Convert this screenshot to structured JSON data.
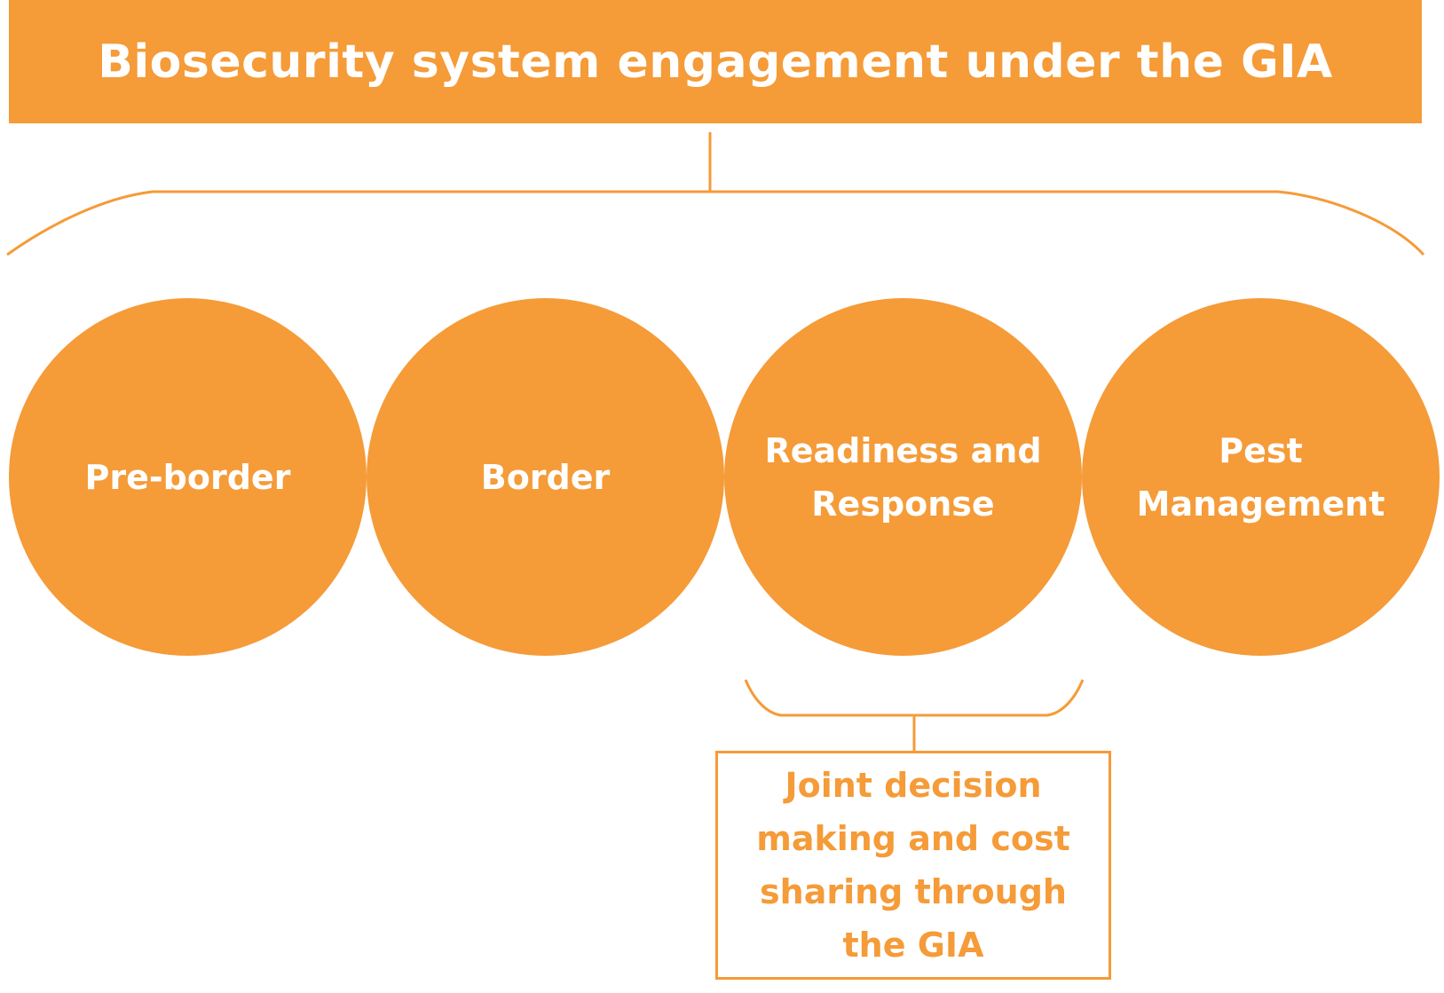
{
  "title": "Biosecurity system engagement under the GIA",
  "stages": [
    {
      "label": "Pre-border"
    },
    {
      "label": "Border"
    },
    {
      "label": "Readiness and Response"
    },
    {
      "label": "Pest Management"
    }
  ],
  "outcome": {
    "label": "Joint decision making and cost sharing through the GIA"
  },
  "colors": {
    "accent": "#F59B38",
    "text_on_accent": "#FFFFFF",
    "background": "#FFFFFF"
  }
}
